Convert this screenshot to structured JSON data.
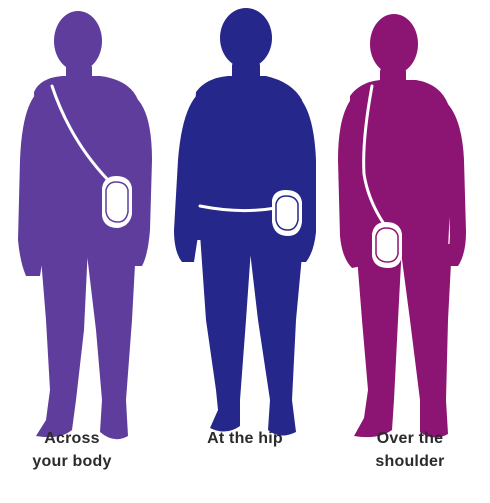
{
  "figures": [
    {
      "id": "across-body",
      "color": "#5F3D9C",
      "caption_lines": [
        "Across",
        "your body"
      ]
    },
    {
      "id": "at-hip",
      "color": "#26278A",
      "caption_lines": [
        "At the hip",
        ""
      ]
    },
    {
      "id": "over-shoulder",
      "color": "#8C1473",
      "caption_lines": [
        "Over the",
        "shoulder"
      ]
    }
  ],
  "icons": {
    "person": "person-silhouette-icon",
    "pouch": "pouch-icon",
    "strap": "strap-icon"
  }
}
